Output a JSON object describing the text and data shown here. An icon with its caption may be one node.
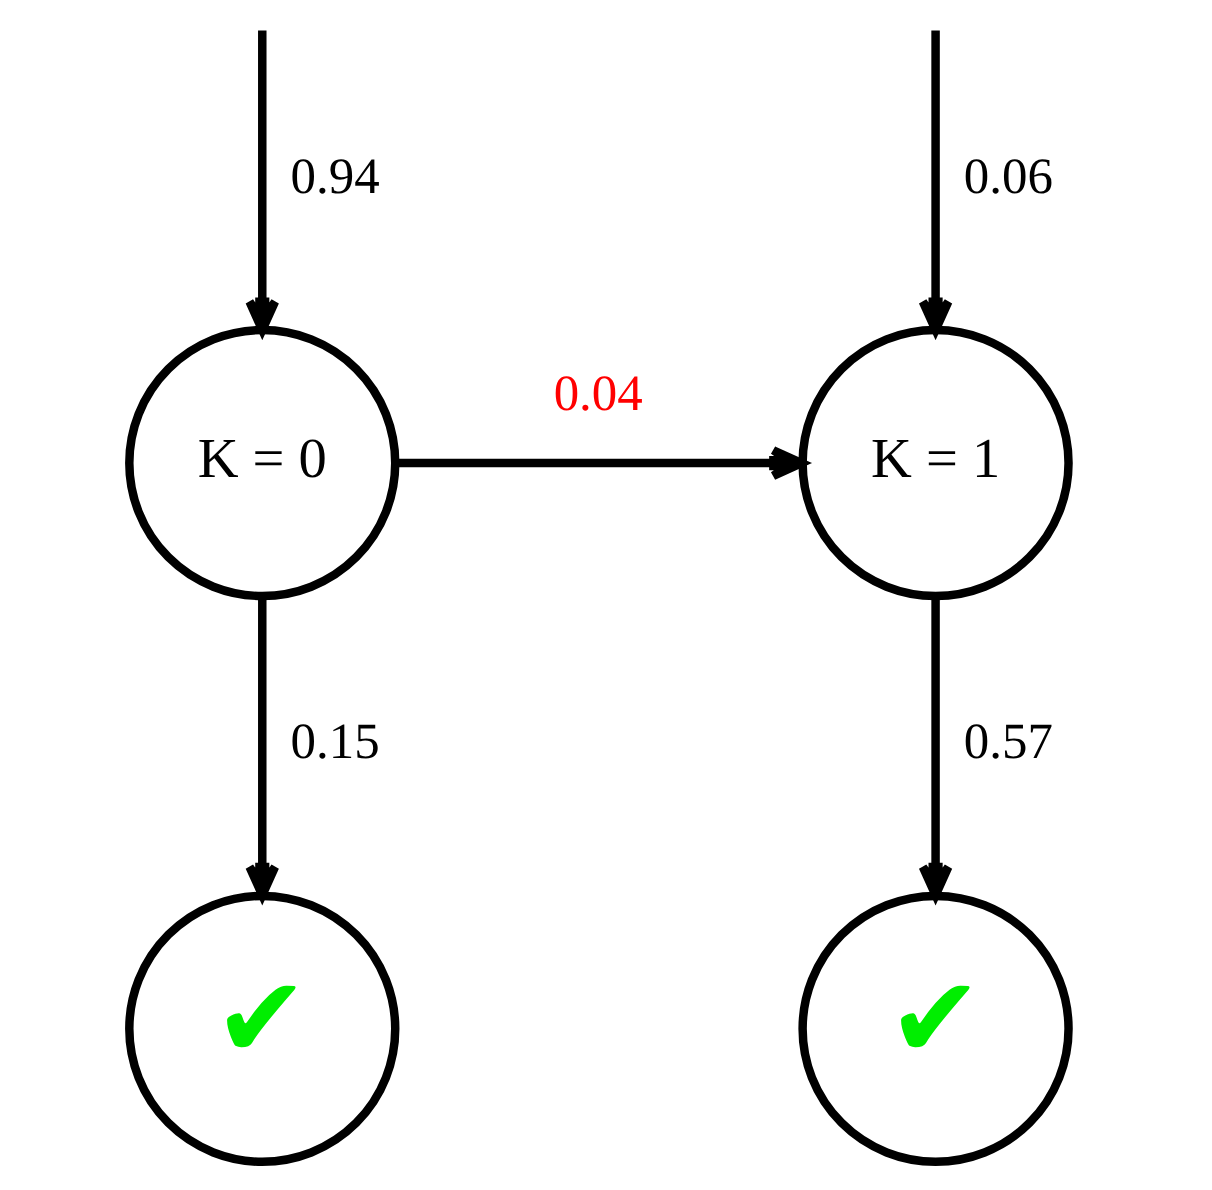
{
  "diagram": {
    "nodes": [
      {
        "text": [
          "K = 0"
        ]
      },
      {
        "text": [
          "K = 1"
        ]
      },
      {
        "text": [
          "✔"
        ]
      },
      {
        "text": [
          "✔"
        ]
      }
    ],
    "edges": [
      {
        "from": null,
        "to": 0,
        "arrow": "to",
        "label": "0.94"
      },
      {
        "from": null,
        "to": 1,
        "arrow": "to",
        "label": "0.06"
      },
      {
        "from": 0,
        "to": 1,
        "arrow": "to",
        "label": "0.04"
      },
      {
        "from": 0,
        "to": 2,
        "arrow": "to",
        "label": "0.15"
      },
      {
        "from": 1,
        "to": 3,
        "arrow": "to",
        "label": "0.57"
      }
    ]
  }
}
